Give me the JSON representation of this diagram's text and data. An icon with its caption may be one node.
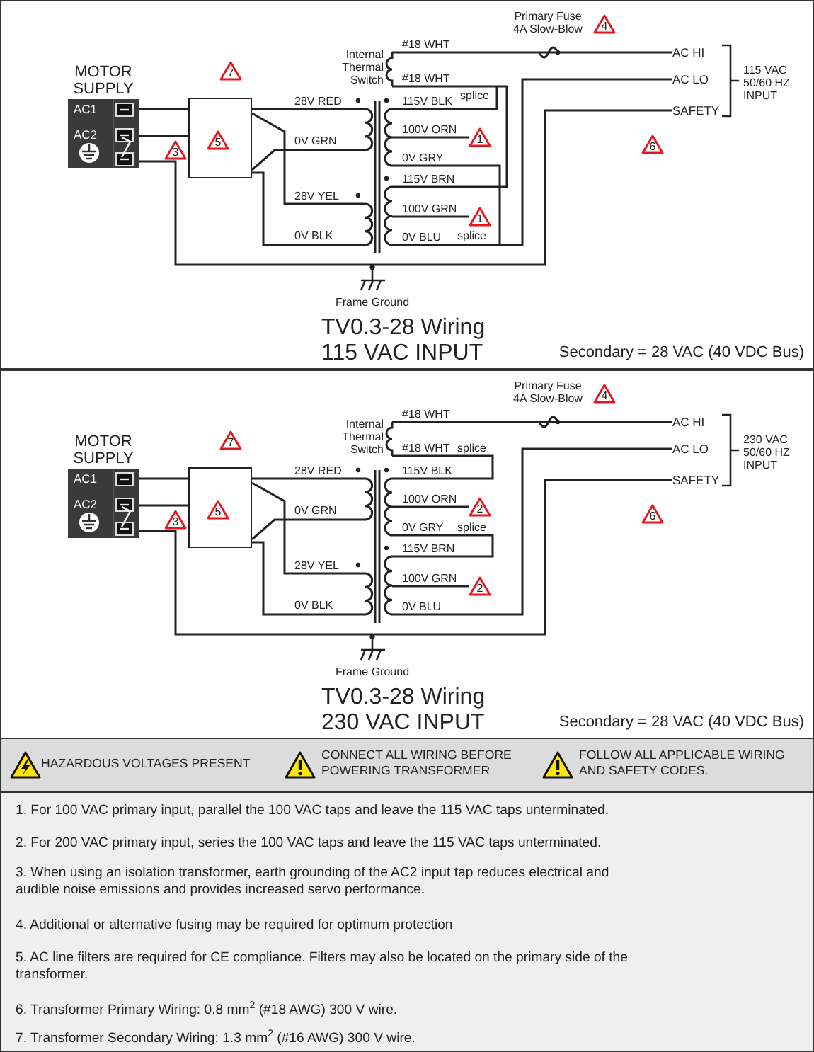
{
  "diagram": {
    "nodes": [
      {
        "text": [
          "TV0.3-28 Wiring 115 VAC INPUT",
          "Secondary = 28 VAC (40 VDC Bus)"
        ]
      },
      {
        "text": [
          "MOTOR SUPPLY",
          "AC1",
          "AC2"
        ],
        "in": 0
      },
      {
        "text": [],
        "shape": "box",
        "in": 0
      },
      {
        "text": [],
        "shape": "picture",
        "in": 0
      },
      {
        "text": [
          "AC HI"
        ],
        "in": 0
      },
      {
        "text": [
          "AC LO"
        ],
        "in": 0
      },
      {
        "text": [
          "SAFETY"
        ],
        "in": 0
      },
      {
        "text": [
          "Frame Ground"
        ],
        "in": 0
      },
      {
        "text": [
          "TV0.3-28 Wiring 230 VAC INPUT",
          "Secondary = 28 VAC (40 VDC Bus)"
        ]
      },
      {
        "text": [
          "MOTOR SUPPLY",
          "AC1",
          "AC2"
        ],
        "in": 8
      },
      {
        "text": [],
        "shape": "box",
        "in": 8
      },
      {
        "text": [],
        "shape": "picture",
        "in": 8
      },
      {
        "text": [
          "AC HI"
        ],
        "in": 8
      },
      {
        "text": [
          "AC LO"
        ],
        "in": 8
      },
      {
        "text": [
          "SAFETY"
        ],
        "in": 8
      },
      {
        "text": [
          "Frame Ground"
        ],
        "in": 8
      },
      {
        "text": [
          "HAZARDOUS VOLTAGES PRESENT",
          "CONNECT ALL WIRING BEFORE POWERING TRANSFORMER",
          "FOLLOW ALL APPLICABLE WIRING AND SAFETY CODES."
        ]
      },
      {
        "text": [
          "1. For 100 VAC primary input, parallel the 100 VAC taps and leave the 115 VAC taps unterminated.",
          "2. For 200 VAC primary input, series the 100 VAC taps and leave the 115 VAC taps unterminated.",
          "3. When using an isolation transformer, earth grounding of the AC2 input tap reduces electrical and audible noise emissions and provides increased servo performance.",
          "4. Additional or alternative fusing may be required for optimum protection",
          "5. AC line filters are required for CE compliance. Filters may also be located on the primary side of the transformer.",
          "6. Transformer Primary Wiring: 0.8 mm$^{2}$ (#18 AWG) 300 V wire.",
          "7. Transformer Secondary Wiring: 1.3 mm$^{2}$ (#16 AWG) 300 V wire."
        ]
      }
    ],
    "edges": [
      {
        "from": 1,
        "to": 2,
        "arrow": "none"
      },
      {
        "from": 1,
        "to": 2,
        "arrow": "none"
      },
      {
        "from": 1,
        "to": 7,
        "arrow": "none"
      },
      {
        "from": 2,
        "to": 3,
        "arrow": "none",
        "label": "28V RED"
      },
      {
        "from": 2,
        "to": 3,
        "arrow": "none",
        "label": "0V GRN"
      },
      {
        "from": 2,
        "to": 3,
        "arrow": "none",
        "label": "28V YEL"
      },
      {
        "from": 2,
        "to": 3,
        "arrow": "none",
        "label": "0V BLK"
      },
      {
        "from": 3,
        "to": 4,
        "arrow": "none"
      },
      {
        "from": 3,
        "to": 5,
        "arrow": "none"
      },
      {
        "from": 7,
        "to": 6,
        "arrow": "none"
      },
      {
        "from": 9,
        "to": 10,
        "arrow": "none"
      },
      {
        "from": 9,
        "to": 10,
        "arrow": "none"
      },
      {
        "from": 9,
        "to": 15,
        "arrow": "none"
      },
      {
        "from": 10,
        "to": 11,
        "arrow": "none",
        "label": "28V RED"
      },
      {
        "from": 10,
        "to": 11,
        "arrow": "none",
        "label": "0V GRN"
      },
      {
        "from": 10,
        "to": 11,
        "arrow": "none",
        "label": "28V YEL"
      },
      {
        "from": 10,
        "to": 11,
        "arrow": "none",
        "label": "0V BLK"
      },
      {
        "from": 11,
        "to": 12,
        "arrow": "none"
      },
      {
        "from": 11,
        "to": 13,
        "arrow": "none"
      },
      {
        "from": 15,
        "to": 14,
        "arrow": "none"
      }
    ],
    "labels": [
      "Primary Fuse 4A Slow-Blow",
      "4",
      "#18 WHT",
      "Internal Thermal Switch",
      "#18 WHT",
      "splice",
      "115 VAC 50/60 HZ INPUT",
      "7",
      "115V BLK",
      "5",
      "3",
      "100V ORN",
      "1",
      "6",
      "0V GRY",
      "115V BRN",
      "100V GRN",
      "1",
      "0V BLU",
      "splice",
      "Primary Fuse 4A Slow-Blow",
      "4",
      "#18 WHT",
      "Internal Thermal Switch",
      "#18 WHT",
      "splice",
      "230 VAC 50/60 HZ INPUT",
      "7",
      "115V BLK",
      "5",
      "3",
      "100V ORN",
      "2",
      "6",
      "0V GRY",
      "splice",
      "115V BRN",
      "100V GRN",
      "2",
      "0V BLU"
    ]
  }
}
